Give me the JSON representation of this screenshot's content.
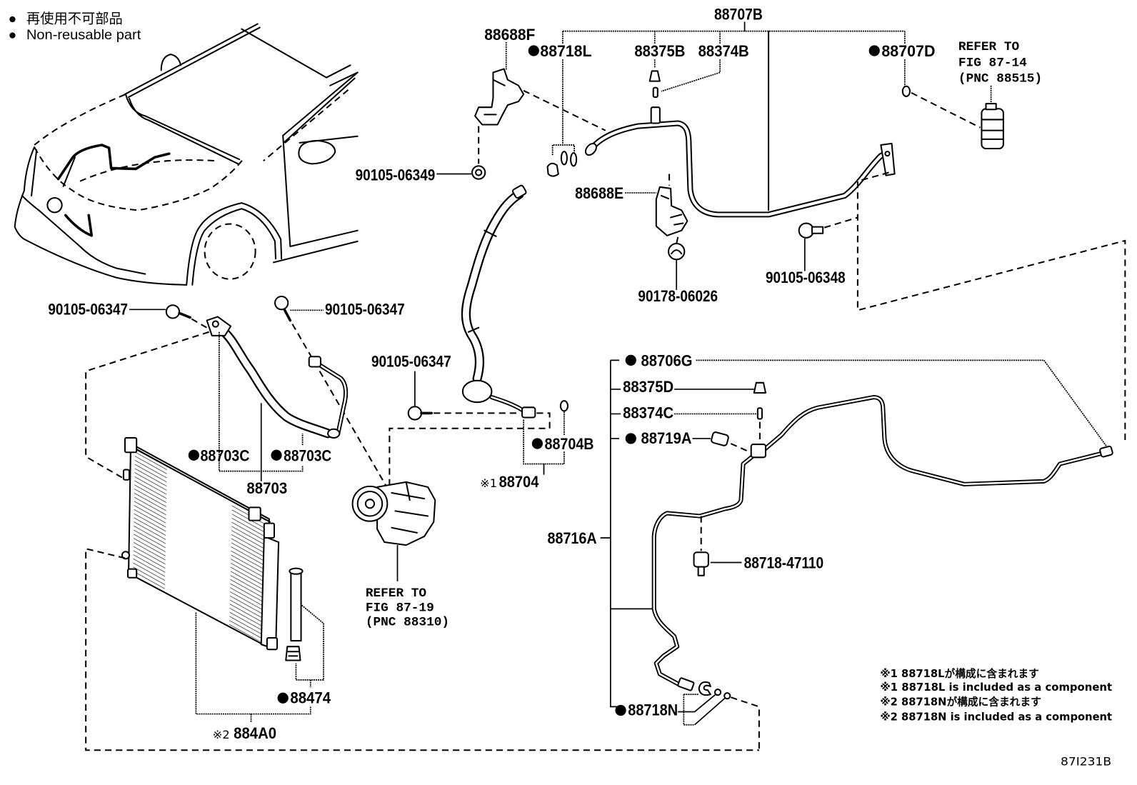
{
  "legend": [
    {
      "symbol": "●",
      "text": "再使用不可部品"
    },
    {
      "symbol": "●",
      "text": "Non-reusable part"
    }
  ],
  "callouts": [
    {
      "label": "88707B",
      "non_reusable": false
    },
    {
      "label": "88688F",
      "non_reusable": false
    },
    {
      "label": "88718L",
      "non_reusable": true
    },
    {
      "label": "88375B",
      "non_reusable": false
    },
    {
      "label": "88374B",
      "non_reusable": false
    },
    {
      "label": "88707D",
      "non_reusable": true
    },
    {
      "label": "90105-06349",
      "non_reusable": false
    },
    {
      "label": "88688E",
      "non_reusable": false
    },
    {
      "label": "90178-06026",
      "non_reusable": false
    },
    {
      "label": "90105-06348",
      "non_reusable": false
    },
    {
      "label": "90105-06347",
      "non_reusable": false
    },
    {
      "label": "90105-06347",
      "non_reusable": false
    },
    {
      "label": "90105-06347",
      "non_reusable": false
    },
    {
      "label": "88703C",
      "non_reusable": true
    },
    {
      "label": "88703C",
      "non_reusable": true
    },
    {
      "label": "88703",
      "non_reusable": false
    },
    {
      "label": "88704B",
      "non_reusable": true
    },
    {
      "label": "88704",
      "non_reusable": false,
      "note_mark": "※1"
    },
    {
      "label": "88706G",
      "non_reusable": true
    },
    {
      "label": "88375D",
      "non_reusable": false
    },
    {
      "label": "88374C",
      "non_reusable": false
    },
    {
      "label": "88719A",
      "non_reusable": true
    },
    {
      "label": "88716A",
      "non_reusable": false
    },
    {
      "label": "88718-47110",
      "non_reusable": false
    },
    {
      "label": "88718N",
      "non_reusable": true
    },
    {
      "label": "88474",
      "non_reusable": true
    },
    {
      "label": "884A0",
      "non_reusable": false,
      "note_mark": "※2"
    }
  ],
  "references": [
    {
      "lines": [
        "REFER TO",
        "FIG 87-14",
        "(PNC 88515)"
      ]
    },
    {
      "lines": [
        "REFER TO",
        "FIG 87-19",
        "(PNC 88310)"
      ]
    }
  ],
  "footnotes": [
    "※1 88718Lが構成に含まれます",
    "※1 88718L is included as a component",
    "※2 88718Nが構成に含まれます",
    "※2 88718N is included as a component"
  ],
  "figure_id": "87I231B"
}
